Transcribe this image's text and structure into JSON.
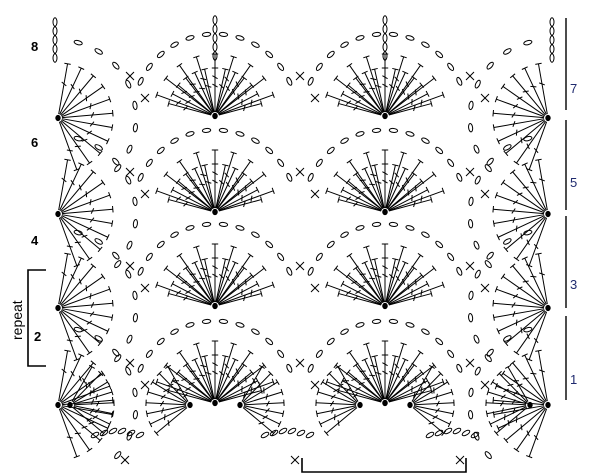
{
  "diagram": {
    "rows_left": [
      "8",
      "6",
      "4",
      "2"
    ],
    "rows_right": [
      "7",
      "5",
      "3",
      "1"
    ],
    "repeat_label": "repeat",
    "colors": {
      "ink": "#000000",
      "row_numbers_right": "#1f2a6e",
      "background": "#ffffff"
    },
    "symbols": [
      "chain-oval",
      "double-crochet",
      "single-crochet-x",
      "slip-stitch-dot"
    ]
  }
}
